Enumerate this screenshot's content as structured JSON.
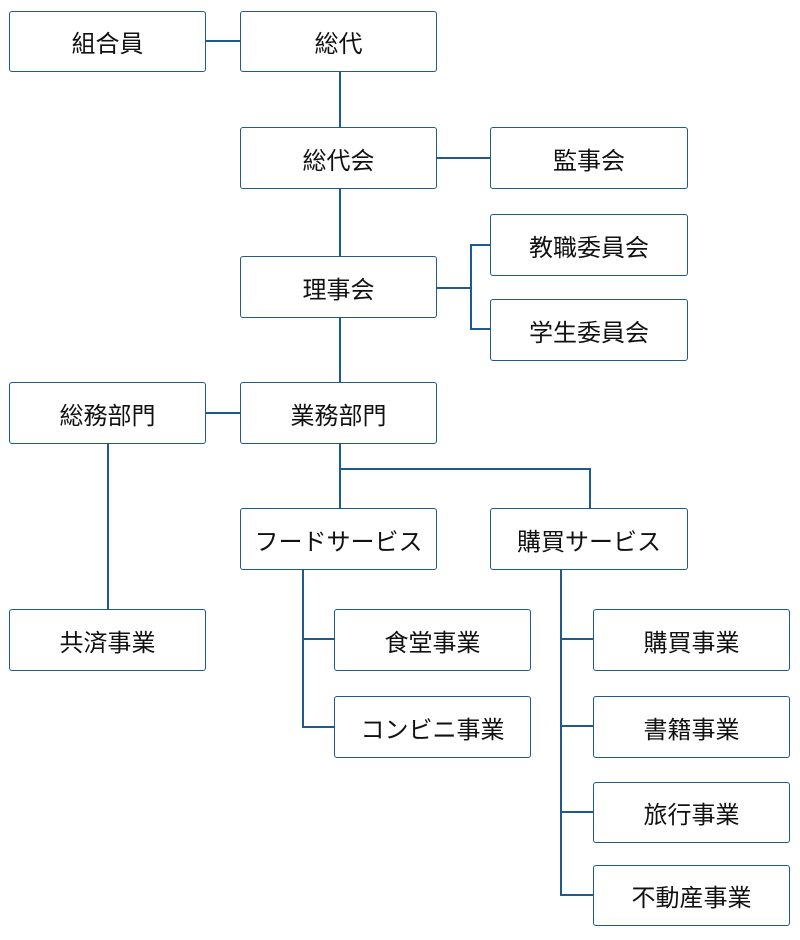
{
  "org_chart": {
    "nodes": {
      "kumiaiin": "組合員",
      "soudai": "総代",
      "soudaikai": "総代会",
      "kansakai": "監事会",
      "rijikai": "理事会",
      "kyoshoku_iinkai": "教職委員会",
      "gakusei_iinkai": "学生委員会",
      "soumu_bumon": "総務部門",
      "gyomu_bumon": "業務部門",
      "kyosai_jigyo": "共済事業",
      "food_service": "フードサービス",
      "kobai_service": "購買サービス",
      "shokudo_jigyo": "食堂事業",
      "conveni_jigyo": "コンビニ事業",
      "kobai_jigyo": "購買事業",
      "shoseki_jigyo": "書籍事業",
      "ryoko_jigyo": "旅行事業",
      "fudosan_jigyo": "不動産事業"
    },
    "colors": {
      "line": "#1f5a8e",
      "border": "#1f5a8e",
      "text": "#111111"
    }
  }
}
